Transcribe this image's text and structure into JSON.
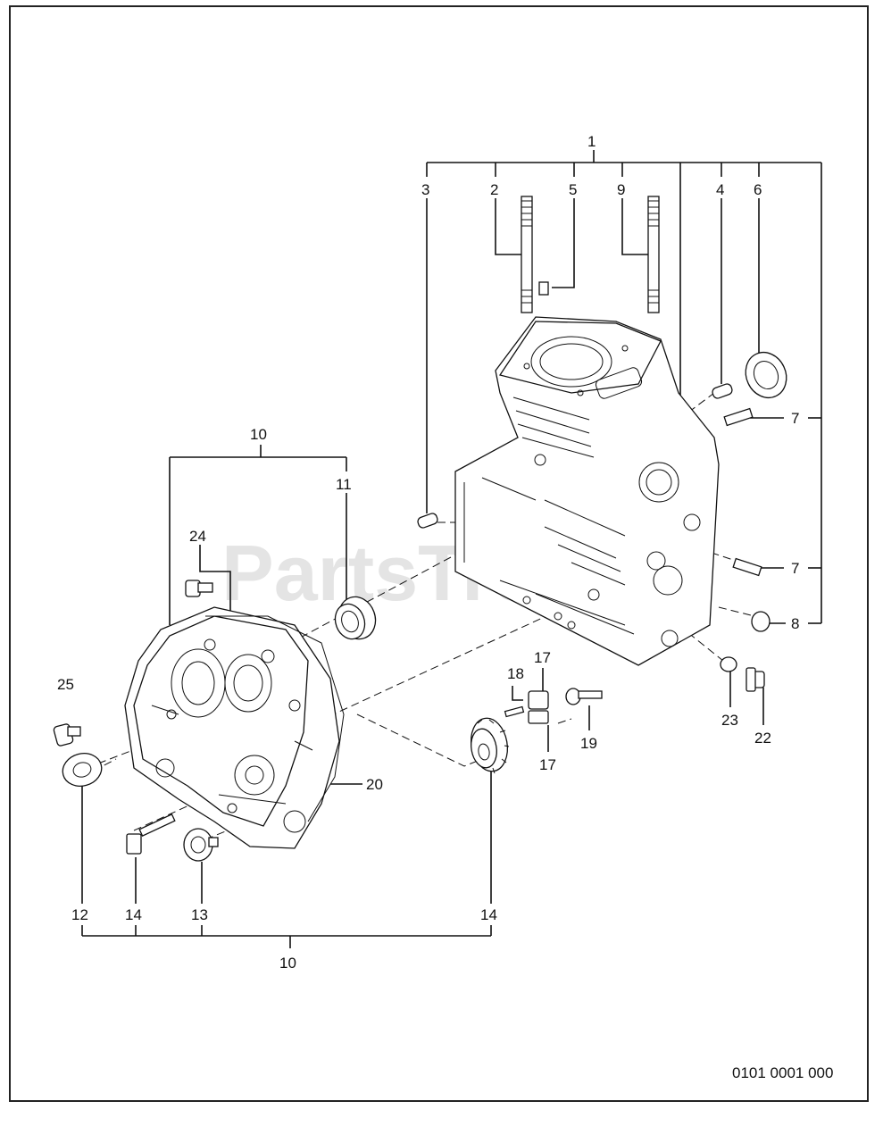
{
  "watermark": "PartsTree",
  "diagram_code": "0101 0001 000",
  "labels": {
    "l1": "1",
    "l2": "2",
    "l3": "3",
    "l4": "4",
    "l5": "5",
    "l6": "6",
    "l7a": "7",
    "l7b": "7",
    "l8": "8",
    "l9": "9",
    "l10top": "10",
    "l10bot": "10",
    "l11": "11",
    "l12": "12",
    "l13": "13",
    "l14a": "14",
    "l14b": "14",
    "l17a": "17",
    "l17b": "17",
    "l18": "18",
    "l19": "19",
    "l20": "20",
    "l22": "22",
    "l23": "23",
    "l24": "24",
    "l25": "25"
  }
}
